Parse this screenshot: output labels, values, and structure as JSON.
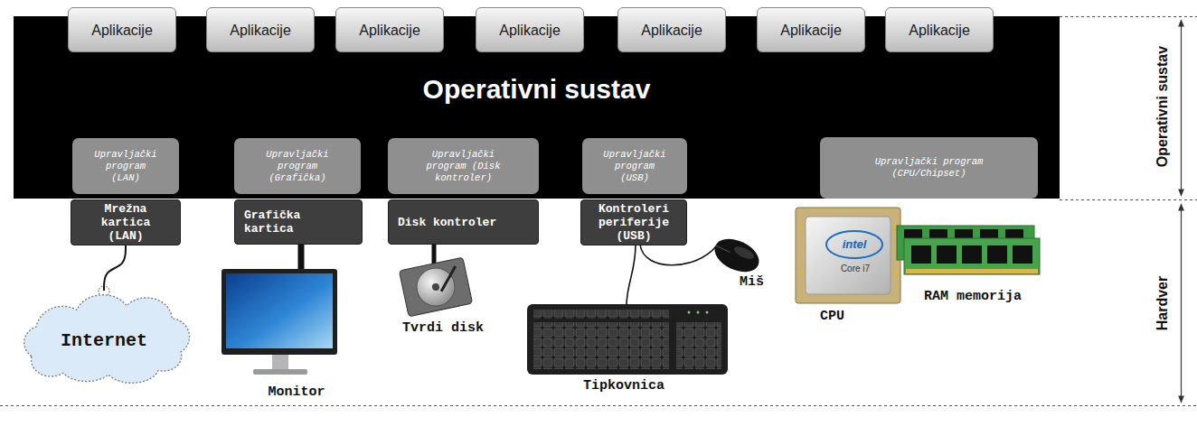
{
  "diagram": {
    "nodes": [
      {
        "text": [
          "Aplikacije"
        ]
      },
      {
        "text": [
          "Aplikacije"
        ]
      },
      {
        "text": [
          "Aplikacije"
        ]
      },
      {
        "text": [
          "Aplikacije"
        ]
      },
      {
        "text": [
          "Aplikacije"
        ]
      },
      {
        "text": [
          "Aplikacije"
        ]
      },
      {
        "text": [
          "Aplikacije"
        ]
      },
      {
        "text": [
          "Operativni sustav"
        ]
      },
      {
        "text": [
          "Upravljački program (LAN)"
        ],
        "in": 7
      },
      {
        "text": [
          "Upravljački program (Grafička)"
        ],
        "in": 7
      },
      {
        "text": [
          "Upravljački program (Disk kontroler)"
        ],
        "in": 7
      },
      {
        "text": [
          "Upravljački program (USB)"
        ],
        "in": 7
      },
      {
        "text": [
          "Upravljački program (CPU/Chipset)"
        ],
        "in": 7
      },
      {
        "text": [
          "Mrežna kartica (LAN)"
        ]
      },
      {
        "text": [
          "Grafička kartica"
        ]
      },
      {
        "text": [
          "Disk kontroler"
        ]
      },
      {
        "text": [
          "Kontroleri periferije (USB)"
        ]
      },
      {
        "text": [
          "Internet"
        ]
      }
    ],
    "edges": [
      {
        "from": 13,
        "to": 17,
        "arrow": "none"
      }
    ],
    "labels": [
      "Monitor",
      "Tvrdi disk",
      "Miš",
      "Tipkovnica",
      "CPU",
      "intel",
      "Core i7",
      "RAM memorija",
      "Operativni sustav",
      "Hardver"
    ]
  }
}
